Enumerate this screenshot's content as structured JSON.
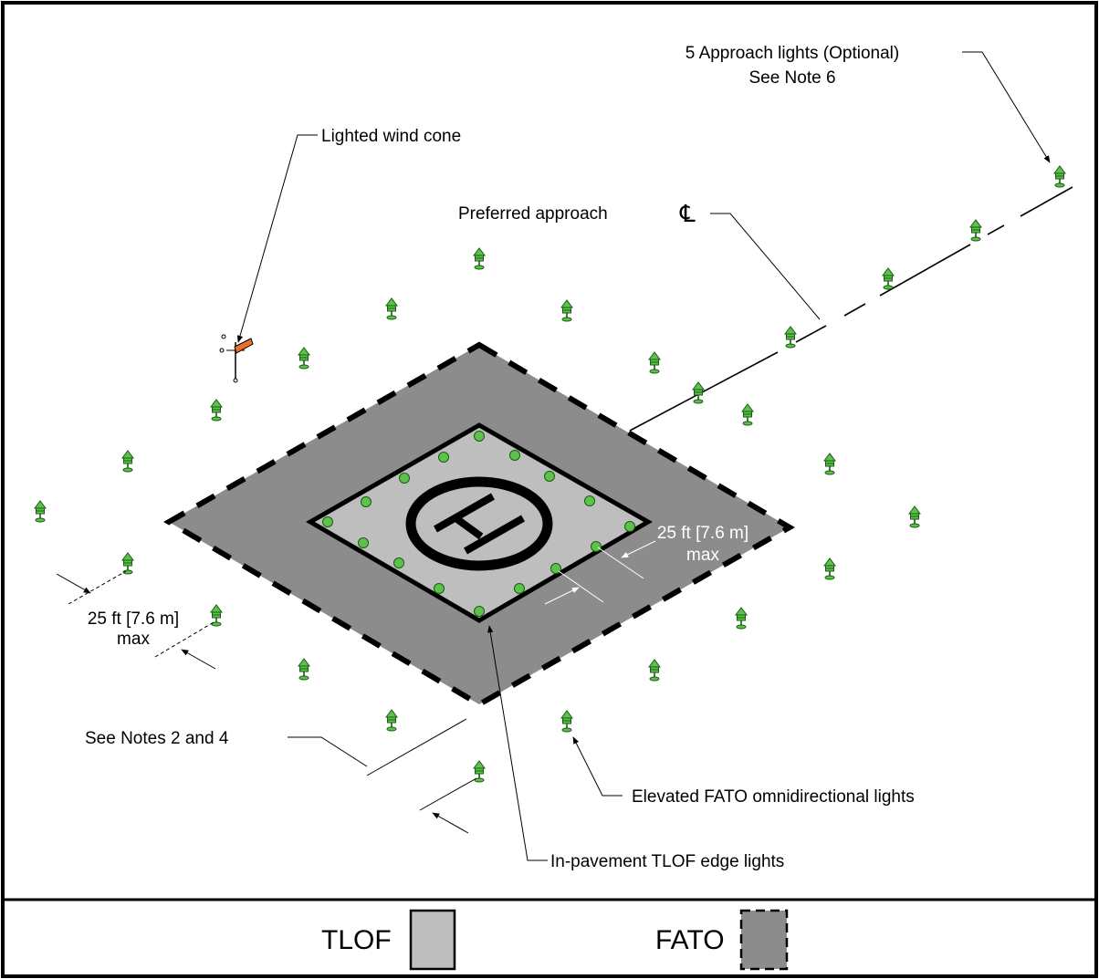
{
  "labels": {
    "approach_lights_line1": "5 Approach lights (Optional)",
    "approach_lights_line2": "See Note 6",
    "wind_cone": "Lighted wind cone",
    "preferred_approach": "Preferred approach",
    "centerline_symbol": "℄",
    "dim_left_line1": "25 ft [7.6 m]",
    "dim_left_line2": "max",
    "dim_right_line1": "25 ft [7.6 m]",
    "dim_right_line2": "max",
    "see_notes": "See Notes 2 and 4",
    "elevated_lights": "Elevated FATO omnidirectional lights",
    "inpavement_lights": "In-pavement TLOF edge lights"
  },
  "legend": {
    "tlof": "TLOF",
    "fato": "FATO"
  },
  "colors": {
    "fato_fill": "#8c8c8c",
    "tlof_fill": "#bebebe",
    "light_green": "#5cc24a",
    "wind_cone_orange": "#e8702a"
  },
  "icons": {
    "elevated_light": "elevated-light-icon",
    "inpavement_light": "inpavement-light-icon",
    "wind_cone": "wind-cone-icon",
    "heliport_marker": "heliport-h-icon"
  }
}
